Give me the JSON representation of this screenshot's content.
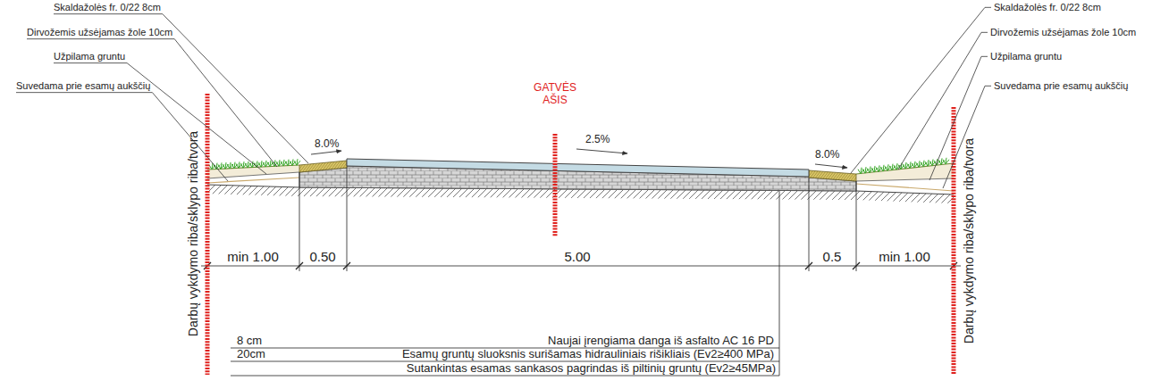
{
  "diagram": {
    "labels": [
      "Skaldažolės fr. 0/22 8cm",
      "Dirvožemis užsėjamas žole 10cm",
      "Užpilama gruntu",
      "Suvedama prie esamų aukščių",
      "Skaldažolės fr. 0/22 8cm",
      "Dirvožemis užsėjamas žole 10cm",
      "Užpilama gruntu",
      "Suvedama prie esamų aukščių",
      "GATVĖS AŠIS",
      "8.0%",
      "2.5%",
      "8.0%",
      "min 1.00",
      "0.50",
      "5.00",
      "0.5",
      "min 1.00",
      "Darbų vykdymo riba/sklypo riba/tvora",
      "Darbų vykdymo riba/sklypo riba/tvora",
      "8 cm",
      "Naujai įrengiama danga iš asfalto AC 16 PD",
      "20cm",
      "Esamų gruntų sluoksnis surišamas hidrauliniais rišikliais (Ev2≥400 MPa)",
      "Sutankintas esamas sankasos pagrindas iš piltinių gruntų (Ev2≥45MPa)"
    ]
  }
}
